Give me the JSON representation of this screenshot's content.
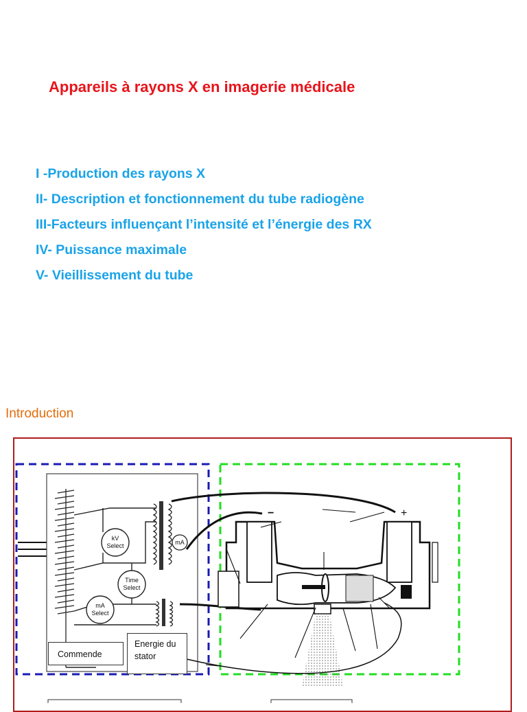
{
  "title": "Appareils à rayons X en imagerie médicale",
  "toc": [
    "I -Production des rayons X",
    "II- Description et fonctionnement du tube radiogène",
    "III-Facteurs influençant l’intensité et l’énergie des RX",
    "IV- Puissance maximale",
    "V- Vieillissement du tube"
  ],
  "intro_heading": "Introduction",
  "figure": {
    "labels": {
      "kv": "kV",
      "kv_select": "Select",
      "time": "Time",
      "time_select": "Select",
      "ma": "mA",
      "ma_select": "Select",
      "ma_meter": "mA",
      "minus": "−",
      "plus": "+",
      "commande": "Commende",
      "stator_line1": "Energie du",
      "stator_line2": "stator"
    },
    "colors": {
      "frame": "#b01c1c",
      "control_outline": "#1a1ab4",
      "tube_outline": "#22dd22"
    }
  }
}
